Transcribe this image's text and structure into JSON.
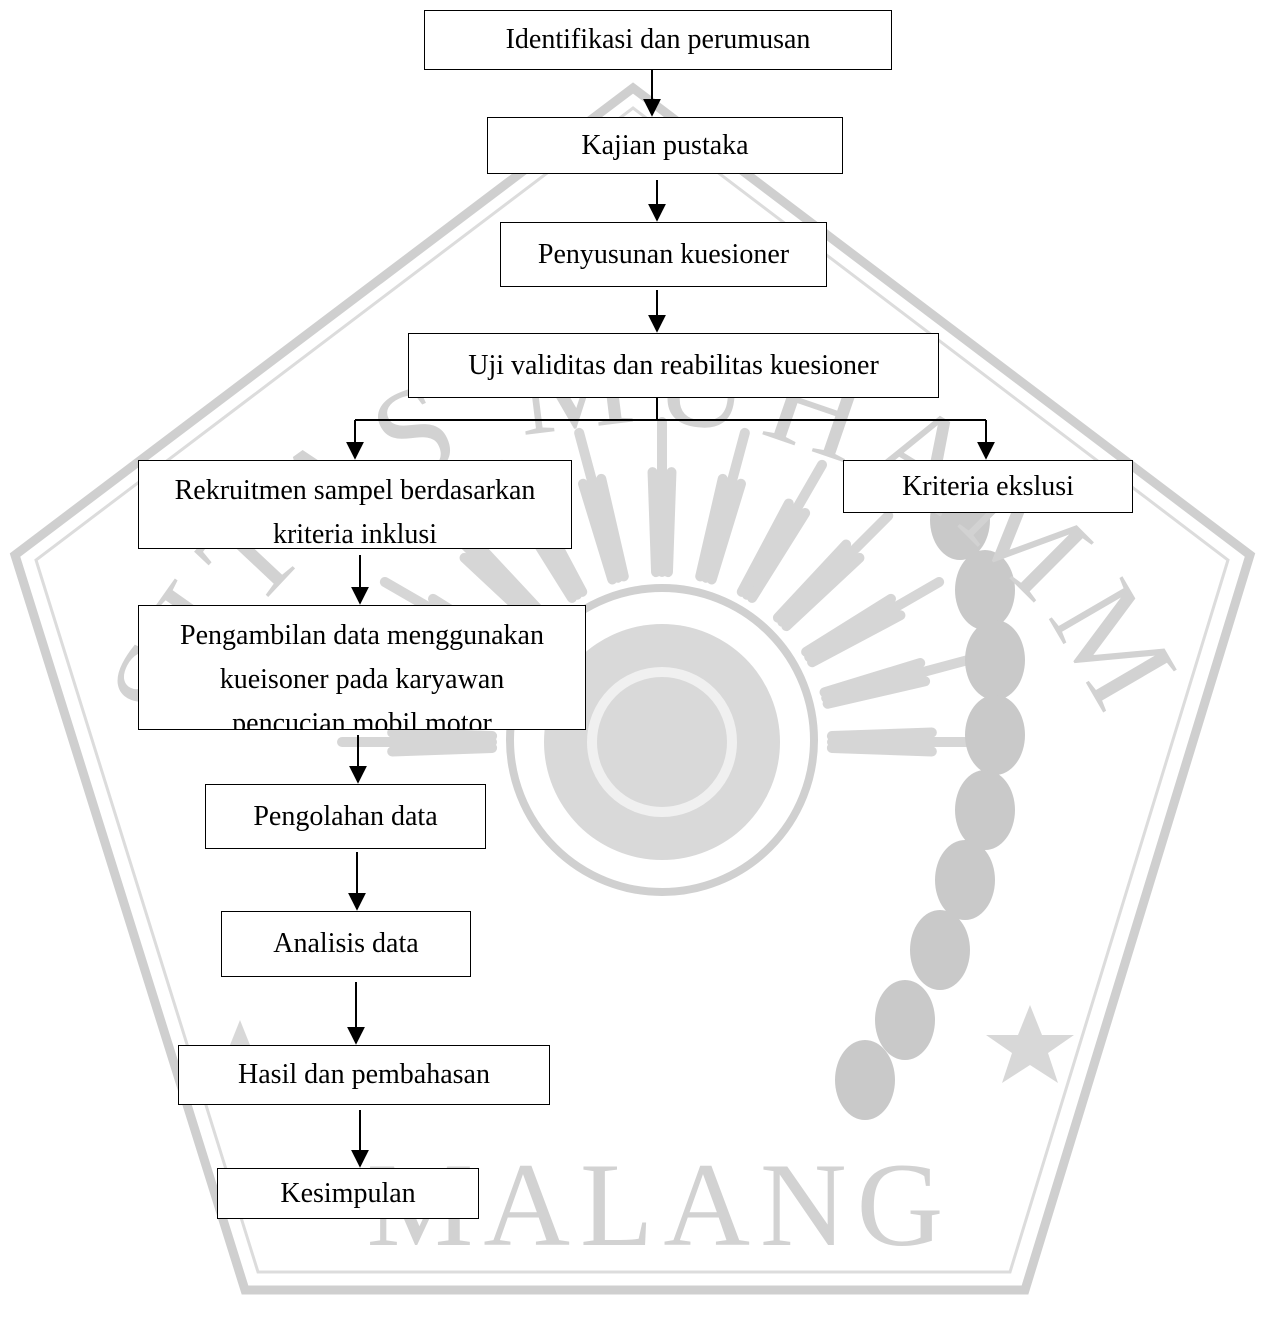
{
  "watermark": {
    "ring_text": [
      "UNIVERSITAS",
      "MUHAMMADIYAH",
      "MALANG"
    ],
    "color": "#c8c8c8"
  },
  "flowchart": {
    "nodes": {
      "identifikasi": {
        "lines": [
          "Identifikasi dan perumusan"
        ]
      },
      "kajian": {
        "lines": [
          "Kajian pustaka"
        ]
      },
      "penyusunan": {
        "lines": [
          "Penyusunan kuesioner"
        ]
      },
      "uji": {
        "lines": [
          "Uji validitas dan reabilitas kuesioner"
        ]
      },
      "rekruitmen": {
        "lines": [
          "Rekruitmen sampel berdasarkan",
          "kriteria inklusi"
        ]
      },
      "kriteria_ekslusi": {
        "lines": [
          "Kriteria ekslusi"
        ]
      },
      "pengambilan": {
        "lines": [
          "Pengambilan data menggunakan",
          "kueisoner pada karyawan",
          "pencucian mobil motor"
        ]
      },
      "pengolahan": {
        "lines": [
          "Pengolahan data"
        ]
      },
      "analisis": {
        "lines": [
          "Analisis data"
        ]
      },
      "hasil": {
        "lines": [
          "Hasil dan pembahasan"
        ]
      },
      "kesimpulan": {
        "lines": [
          "Kesimpulan"
        ]
      }
    },
    "edges": [
      [
        "identifikasi",
        "kajian"
      ],
      [
        "kajian",
        "penyusunan"
      ],
      [
        "penyusunan",
        "uji"
      ],
      [
        "uji",
        "rekruitmen"
      ],
      [
        "uji",
        "kriteria_ekslusi"
      ],
      [
        "rekruitmen",
        "pengambilan"
      ],
      [
        "pengambilan",
        "pengolahan"
      ],
      [
        "pengolahan",
        "analisis"
      ],
      [
        "analisis",
        "hasil"
      ],
      [
        "hasil",
        "kesimpulan"
      ]
    ],
    "colors": {
      "line": "#000000",
      "box_fill": "#ffffff",
      "text": "#000000"
    }
  }
}
